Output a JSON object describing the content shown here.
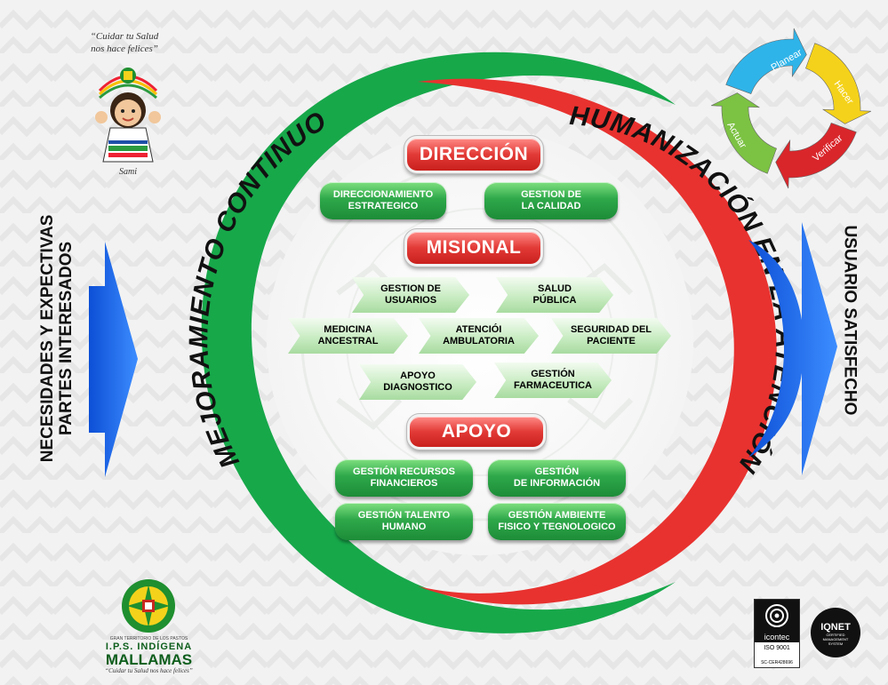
{
  "mascot": {
    "slogan_line1": "“Cuidar tu Salud",
    "slogan_line2": "nos hace felices”",
    "name": "Sami"
  },
  "left_side_text": {
    "line1": "NECESIDADES Y EXPECTIVAS",
    "line2": "PARTES INTERESADOS"
  },
  "right_side_text": "USUARIO SATISFECHO",
  "arcs": {
    "green_label": "MEJORAMIENTO CONTINUO",
    "red_label": "HUMANIZACIÓN EN LA ATENCIÓN"
  },
  "phva_cycle": {
    "steps": [
      "Planear",
      "Hacer",
      "Verificar",
      "Actuar"
    ],
    "colors": [
      "#2fb4e9",
      "#f4d21b",
      "#d9262b",
      "#7cc243"
    ]
  },
  "sections": {
    "direccion": {
      "title": "DIRECCIÓN",
      "items": [
        {
          "line1": "DIRECCIONAMIENTO",
          "line2": "ESTRATEGICO"
        },
        {
          "line1": "GESTION DE",
          "line2": "LA CALIDAD"
        }
      ]
    },
    "misional": {
      "title": "MISIONAL",
      "items": [
        {
          "line1": "GESTION DE",
          "line2": "USUARIOS"
        },
        {
          "line1": "SALUD",
          "line2": "PÚBLICA"
        },
        {
          "line1": "MEDICINA",
          "line2": "ANCESTRAL"
        },
        {
          "line1": "ATENCIÓI",
          "line2": "AMBULATORIA"
        },
        {
          "line1": "SEGURIDAD DEL",
          "line2": "PACIENTE"
        },
        {
          "line1": "APOYO",
          "line2": "DIAGNOSTICO"
        },
        {
          "line1": "GESTIÓN",
          "line2": "FARMACEUTICA"
        }
      ]
    },
    "apoyo": {
      "title": "APOYO",
      "items": [
        {
          "line1": "GESTIÓN RECURSOS",
          "line2": "FINANCIEROS"
        },
        {
          "line1": "GESTIÓN",
          "line2": "DE INFORMACIÓN"
        },
        {
          "line1": "GESTIÓN TALENTO",
          "line2": "HUMANO"
        },
        {
          "line1": "GESTIÓN AMBIENTE",
          "line2": "FISICO Y TEGNOLOGICO"
        }
      ]
    }
  },
  "logo": {
    "line1": "GRAN TERRITORIO DE LOS PASTOS",
    "line2": "I.P.S. INDÍGENA",
    "line3": "MALLAMAS",
    "slogan": "“Cuidar tu Salud nos hace felices”"
  },
  "certifications": {
    "icontec_name": "icontec",
    "icontec_std": "ISO 9001",
    "icontec_code": "SC-CER428696",
    "iqnet_name": "IQNET",
    "iqnet_sub1": "CERTIFIED",
    "iqnet_sub2": "MANAGEMENT",
    "iqnet_sub3": "SYSTEM"
  },
  "colors": {
    "green": "#17a84a",
    "red": "#e8322f",
    "blue": "#1e73e8"
  }
}
